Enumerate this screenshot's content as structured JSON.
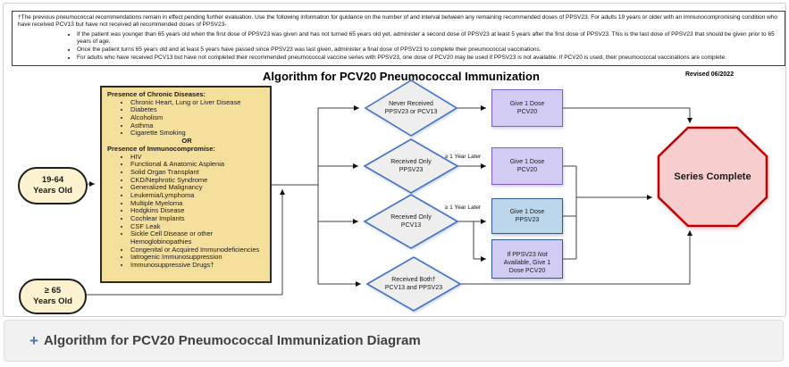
{
  "footnote_box": {
    "intro": "†The previous pneumococcal recommendations remain in effect pending further evaluation. Use the following information for guidance on the number of and interval between any remaining recommended doses of PPSV23. For adults 19 years or older with an immunocompromising condition who have received PCV13 but have not received all recommended doses of PPSV23-",
    "bullets": [
      "If the patient was younger than 65 years old when the first dose of PPSV23 was given and has not turned 65 years old yet, administer a second dose of PPSV23 at least 5 years after the first dose of PPSV23. This is the last dose of PPSV23 that should be given prior to 65 years of age.",
      "Once the patient turns 65 years old and at least 5 years have passed since PPSV23 was last given, administer a final dose of PPSV23 to complete their pneumococcal vaccinations.",
      "For adults who have received PCV13 but have not completed their recommended pneumococcal vaccine series with PPSV23, one dose of PCV20 may be used if PPSV23 is not available. If PCV20 is used, their pneumococcal vaccinations are complete."
    ]
  },
  "header": {
    "title": "Algorithm for PCV20 Pneumococcal Immunization",
    "revised": "Revised 06/2022"
  },
  "start_nodes": {
    "age_19_64": "19-64\nYears Old",
    "age_65_plus": "≥ 65\nYears Old"
  },
  "condition_box": {
    "chronic_title": "Presence of Chronic Diseases:",
    "chronic_items": [
      "Chronic Heart, Lung or Liver Disease",
      "Diabetes",
      "Alcoholism",
      "Asthma",
      "Cigarette Smoking"
    ],
    "or_label": "OR",
    "immuno_title": "Presence of Immunocompromise:",
    "immuno_items": [
      "HIV",
      "Functional & Anatomic Asplenia",
      "Solid Organ Transplant",
      "CKD/Nephrotic Syndrome",
      "Generalized Malignancy",
      "Leukemia/Lymphoma",
      "Multiple Myeloma",
      "Hodgkins Disease",
      "Cochlear Implants",
      "CSF Leak",
      "Sickle Cell Disease or other Hemoglobinopathies",
      "Congenital or Acquired Immunodeficiencies",
      "Iatrogenic Immunosuppression",
      "Immunosuppressive Drugs†"
    ]
  },
  "decisions": [
    "Never Received\nPPSV23 or PCV13",
    "Received Only\nPPSV23",
    "Received Only\nPCV13",
    "Received Both†\nPCV13 and PPSV23"
  ],
  "edge_labels": {
    "after_ppsv23": "≥ 1 Year Later",
    "after_pcv13": "≥ 1 Year Later"
  },
  "actions": {
    "a1": "Give 1 Dose\nPCV20",
    "a2": "Give 1 Dose\nPCV20",
    "a3": "Give 1 Dose\nPPSV23",
    "a4_pre": "If PPSV23",
    "a4_italic": " Not",
    "a4_post": "\nAvailable, Give 1\nDose PCV20"
  },
  "end_node": "Series Complete",
  "accordion": {
    "icon": "+",
    "label": "Algorithm for PCV20 Pneumococcal Immunization Diagram"
  },
  "colors": {
    "diamond_border": "#4472C4",
    "diamond_fill": "#EEEEEE",
    "action_purple_border": "#7D5FC8",
    "action_purple_fill": "#D2CBF4",
    "action_blue_border": "#2F5B94",
    "action_blue_fill": "#BCD6EC",
    "end_border": "#C00000",
    "end_fill": "#F8CDCD",
    "condition_fill": "#F5DF9D",
    "start_fill": "#FCF2CF",
    "plus_icon": "#4077B5"
  }
}
